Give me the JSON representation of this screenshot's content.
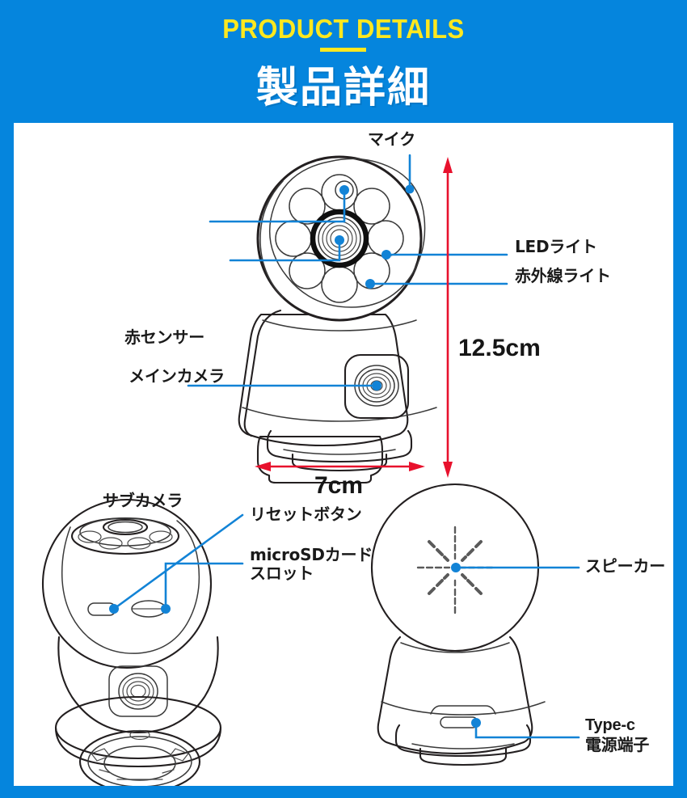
{
  "page": {
    "background_color": "#0585dd",
    "panel_color": "#ffffff"
  },
  "header": {
    "eyebrow": "PRODUCT DETAILS",
    "eyebrow_color": "#ffe81f",
    "title": "製品詳細",
    "title_color": "#ffffff"
  },
  "colors": {
    "leader_blue": "#1283d6",
    "dimension_red": "#e8112d",
    "outline": "#231f20",
    "label_text": "#1a1a1a"
  },
  "diagram": {
    "front_view": {
      "labels": {
        "mic": "マイク",
        "red_sensor": "赤センサー",
        "main_camera": "メインカメラ",
        "led_light": "LEDライト",
        "infrared_light": "赤外線ライト",
        "sub_camera": "サブカメラ"
      },
      "dimensions": {
        "height": "12.5cm",
        "width": "7cm"
      }
    },
    "rear_view": {
      "labels": {
        "reset_button": "リセットボタン",
        "microsd_slot_line1": "microSDカード",
        "microsd_slot_line2": "スロット"
      }
    },
    "back_view": {
      "labels": {
        "speaker": "スピーカー",
        "typec_line1": "Type-c",
        "typec_line2": "電源端子"
      }
    }
  }
}
